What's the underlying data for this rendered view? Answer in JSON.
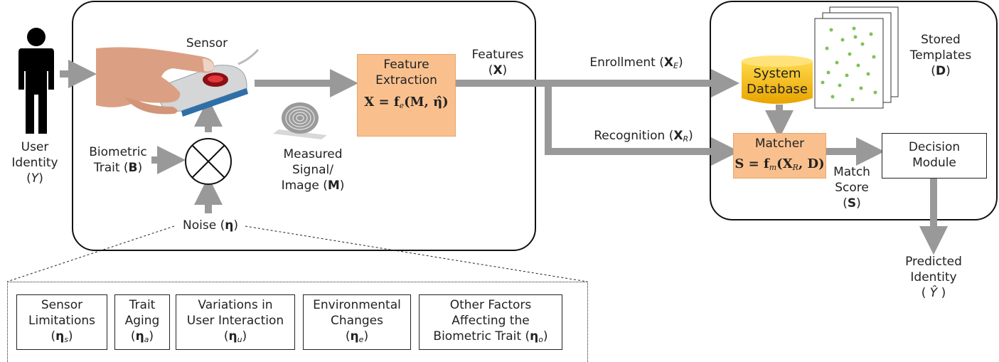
{
  "user": {
    "line1": "User",
    "line2": "Identity",
    "symbol": "Y"
  },
  "sensor": {
    "title": "Sensor"
  },
  "biometric_trait": {
    "line1": "Biometric",
    "line2_text": "Trait (",
    "symbol": "B",
    "close": ")"
  },
  "noise": {
    "text": "Noise (",
    "symbol": "η",
    "close": ")"
  },
  "measured": {
    "line1": "Measured",
    "line2": "Signal/",
    "line3_text": "Image (",
    "symbol": "M",
    "close": ")"
  },
  "feature_extraction": {
    "line1": "Feature",
    "line2": "Extraction",
    "formula": "X = f",
    "formula_sub": "e",
    "formula_args": "(M, η̂)"
  },
  "features": {
    "line1": "Features",
    "symbol": "X"
  },
  "enrollment": {
    "text": "Enrollment (",
    "symbol": "X",
    "sub": "E",
    "close": ")"
  },
  "recognition": {
    "text": "Recognition (",
    "symbol": "X",
    "sub": "R",
    "close": ")"
  },
  "database": {
    "line1": "System",
    "line2": "Database"
  },
  "stored": {
    "line1": "Stored",
    "line2": "Templates",
    "symbol": "D"
  },
  "matcher": {
    "title": "Matcher",
    "formula": "S = f",
    "formula_sub": "m",
    "formula_args_a": "(X",
    "formula_args_sub": "R",
    "formula_args_b": ", D)"
  },
  "match_score": {
    "line1": "Match",
    "line2": "Score",
    "symbol": "S"
  },
  "decision": {
    "line1": "Decision",
    "line2": "Module"
  },
  "predicted": {
    "line1": "Predicted",
    "line2": "Identity",
    "symbol": "Ŷ"
  },
  "noise_factors": [
    {
      "l1": "Sensor",
      "l2": "Limitations",
      "sym": "η",
      "sub": "s"
    },
    {
      "l1": "Trait",
      "l2": "Aging",
      "sym": "η",
      "sub": "a"
    },
    {
      "l1": "Variations in",
      "l2": "User Interaction",
      "sym": "η",
      "sub": "u"
    },
    {
      "l1": "Environmental",
      "l2": "Changes",
      "sym": "η",
      "sub": "e"
    },
    {
      "l1": "Other Factors",
      "l2": "Affecting the",
      "l3": "Biometric Trait (",
      "sym": "η",
      "sub": "o"
    }
  ],
  "colors": {
    "arrow": "#999999",
    "orange": "#f9c08e",
    "database": "#f5b800",
    "template_dots": "#7cc35a"
  }
}
